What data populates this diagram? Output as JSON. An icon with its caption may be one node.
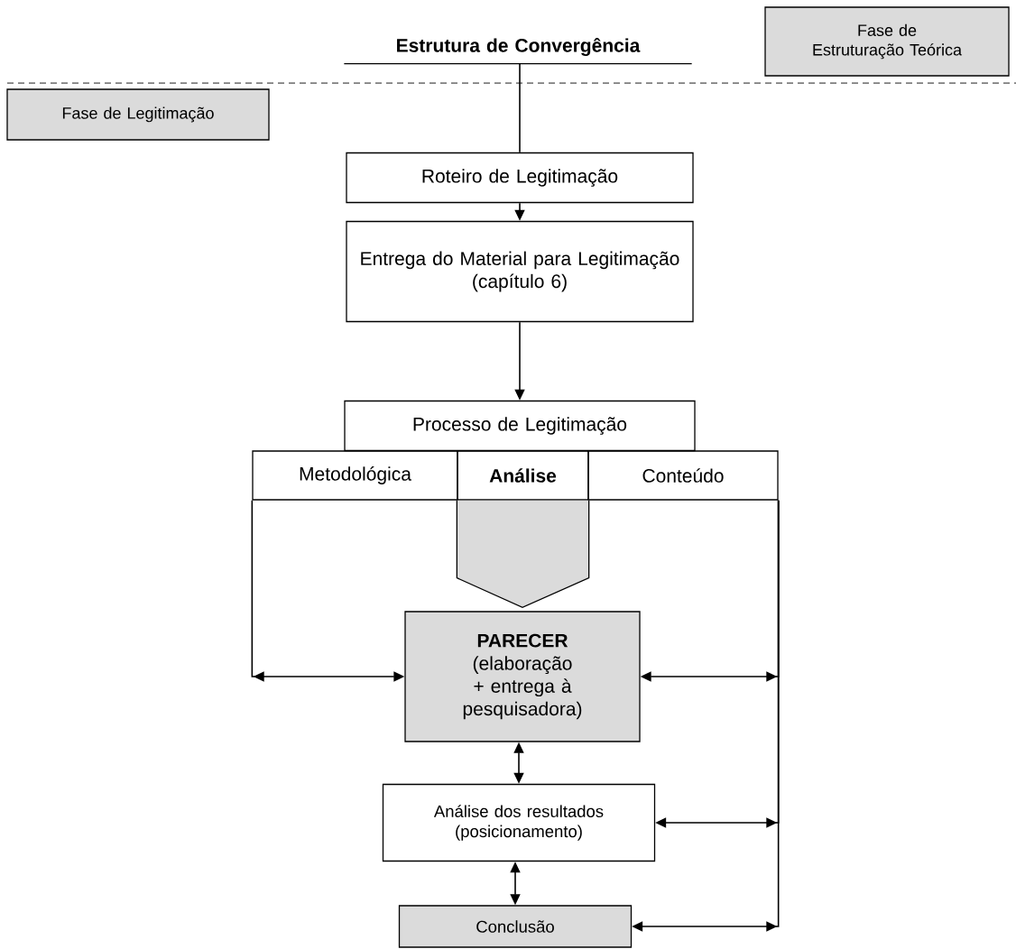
{
  "diagram": {
    "nodes": [
      {
        "text": [
          "Fase de Estruturação Teórica"
        ]
      },
      {
        "text": [
          "Estrutura de Convergência"
        ]
      },
      {
        "text": [
          "Fase de Legitimação"
        ]
      },
      {
        "text": [
          "Roteiro de Legitimação"
        ]
      },
      {
        "text": [
          "Entrega do Material para Legitimação",
          "(capítulo 6)"
        ]
      },
      {
        "text": [
          "Processo de Legitimação"
        ]
      },
      {
        "text": [
          "Metodológica"
        ]
      },
      {
        "text": [
          "Análise"
        ]
      },
      {
        "text": [
          "Conteúdo"
        ]
      },
      {
        "text": [
          "PARECER",
          "(elaboração + entrega à pesquisadora)"
        ]
      },
      {
        "text": [
          "Análise dos resultados (posicionamento)"
        ]
      },
      {
        "text": [
          "Conclusão"
        ]
      }
    ],
    "edges": [
      {
        "from": 1,
        "to": 3,
        "arrow": "none"
      },
      {
        "from": 3,
        "to": 4,
        "arrow": "to"
      },
      {
        "from": 4,
        "to": 5,
        "arrow": "to"
      },
      {
        "from": 7,
        "to": 9,
        "arrow": "to"
      },
      {
        "from": 6,
        "to": 9,
        "arrow": "to"
      },
      {
        "from": 8,
        "to": 9,
        "arrow": "to"
      },
      {
        "from": 9,
        "to": 10,
        "arrow": "both"
      },
      {
        "from": 8,
        "to": 10,
        "arrow": "to"
      },
      {
        "from": 10,
        "to": 11,
        "arrow": "both"
      },
      {
        "from": 8,
        "to": 11,
        "arrow": "to"
      }
    ]
  }
}
